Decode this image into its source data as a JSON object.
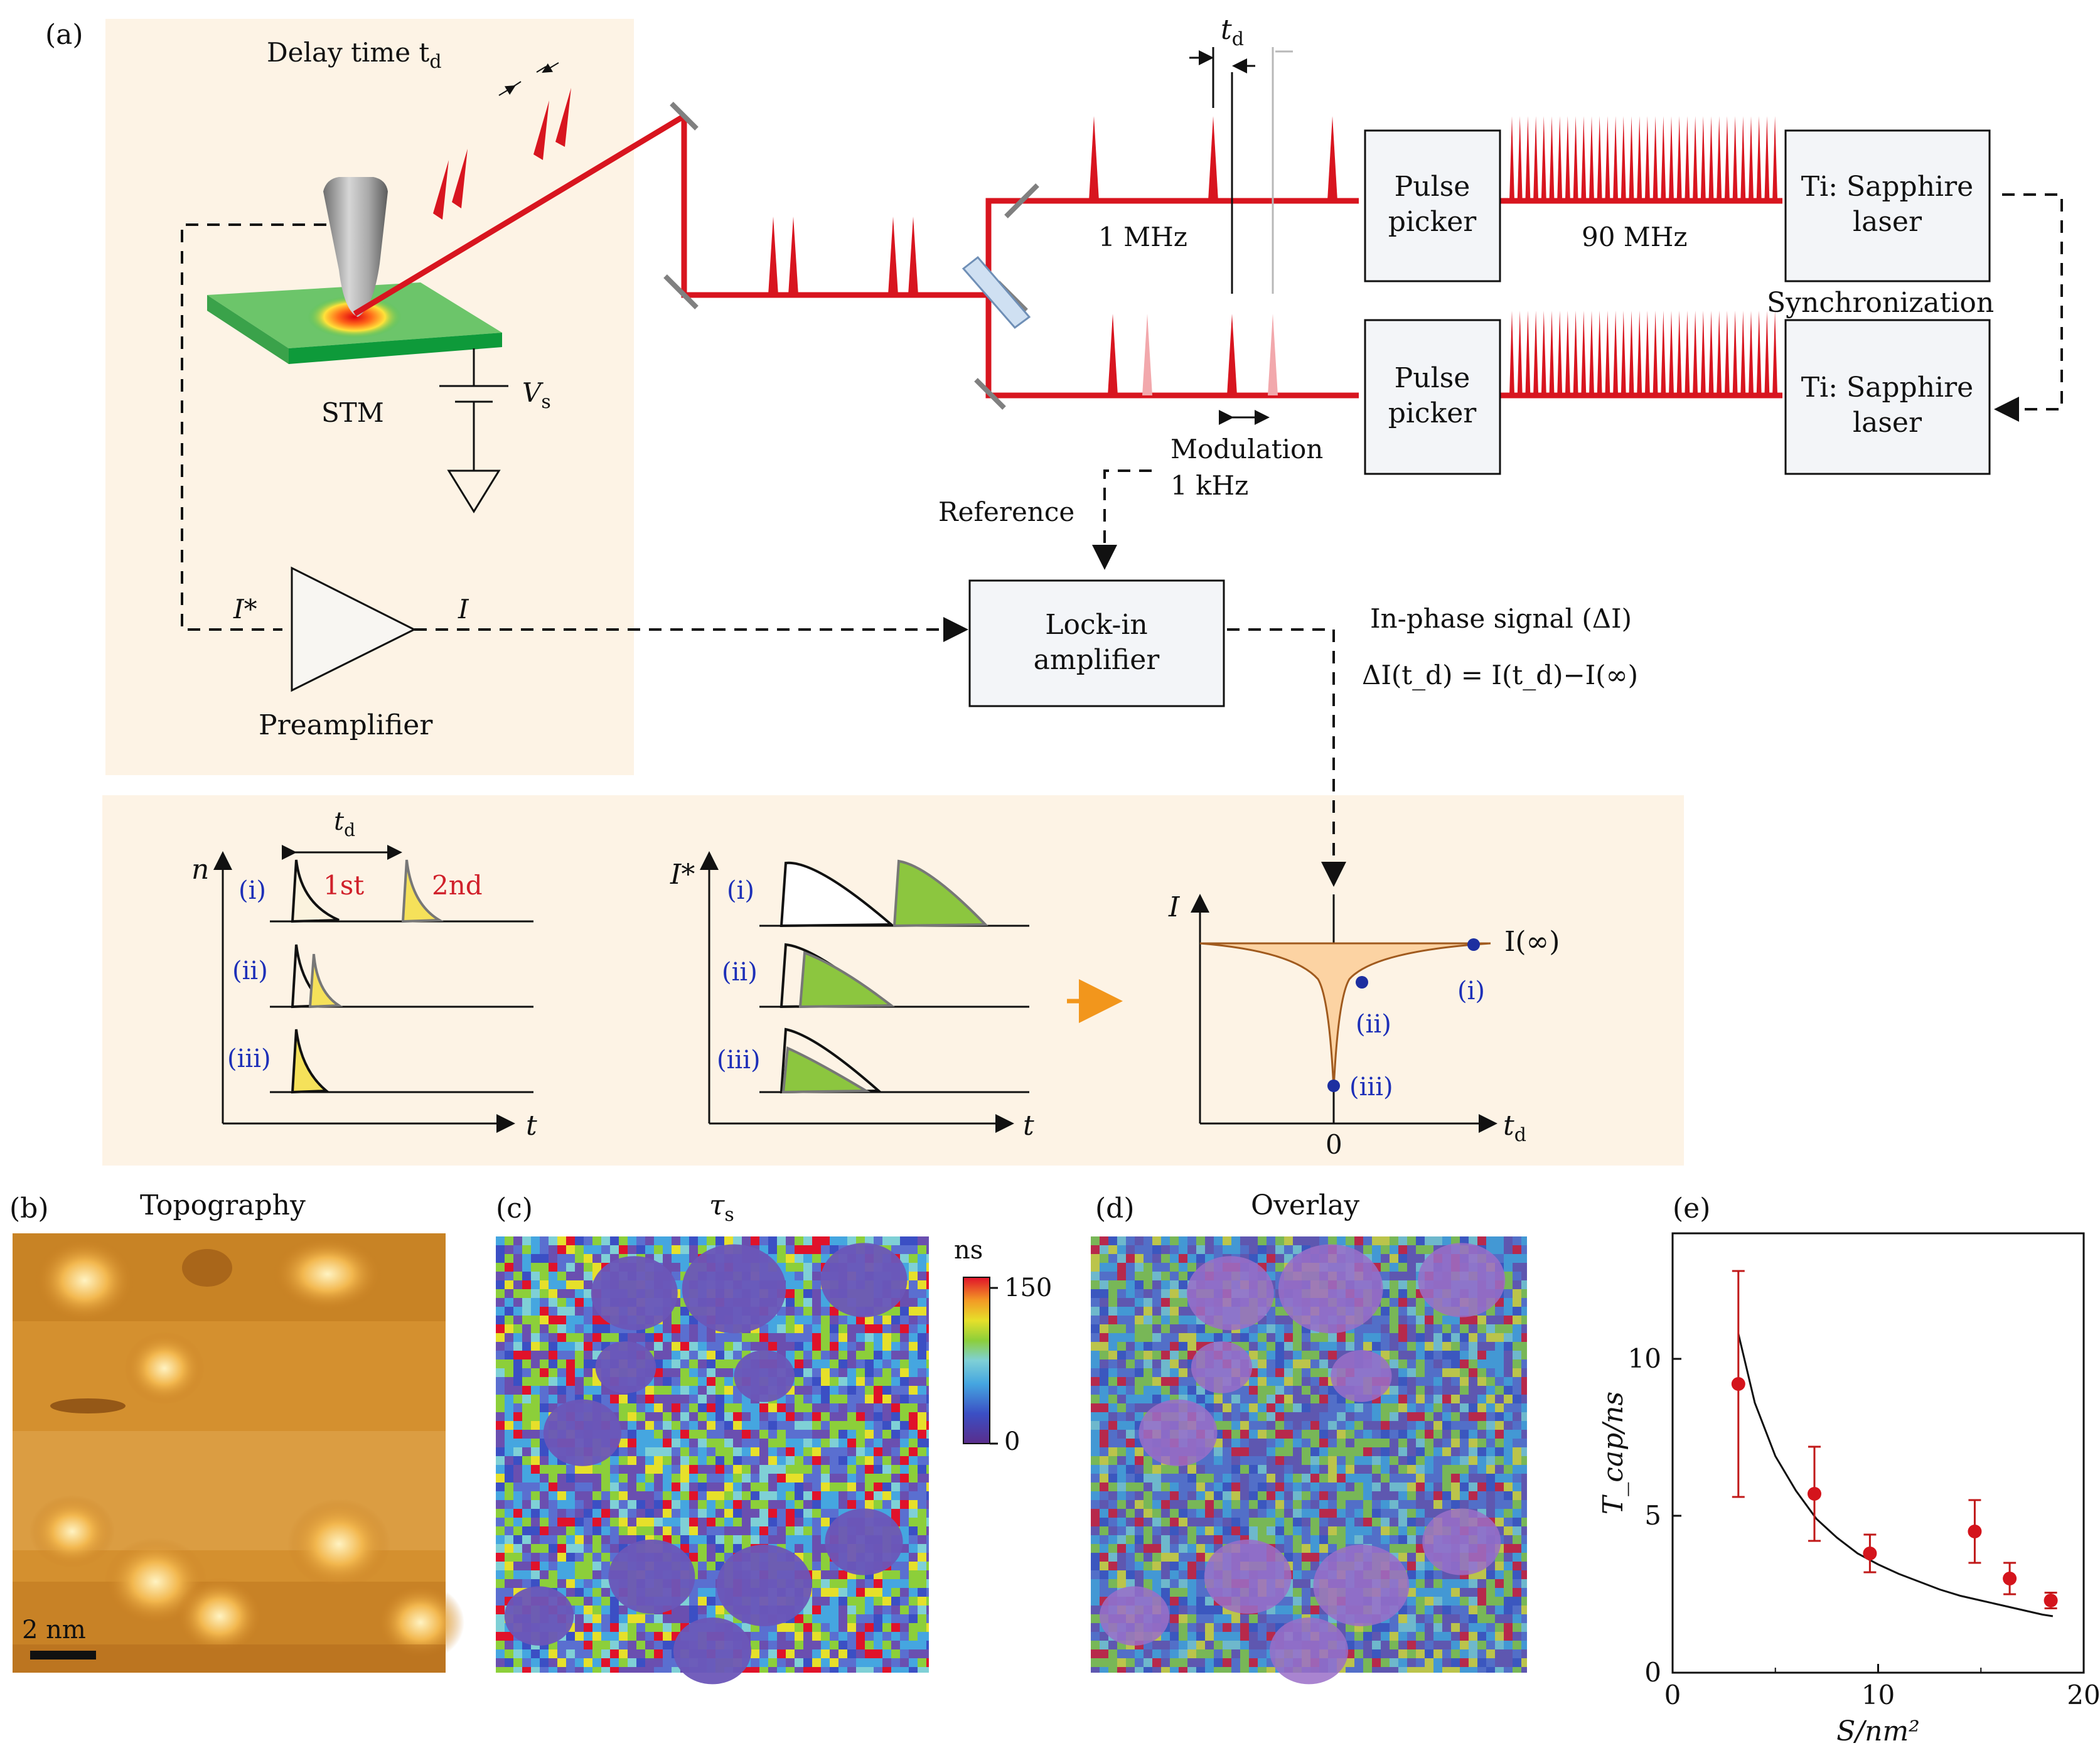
{
  "panel_labels": {
    "a": "(a)",
    "b": "(b)",
    "c": "(c)",
    "d": "(d)",
    "e": "(e)"
  },
  "setup": {
    "delay_time": "Delay time t",
    "delay_sub": "d",
    "stm": "STM",
    "vs": "V",
    "vs_sub": "s",
    "preamplifier": "Preamplifier",
    "i_star": "I*",
    "i": "I",
    "freq_1mhz": "1 MHz",
    "freq_90mhz": "90 MHz",
    "td_top": "t",
    "td_top_sub": "d",
    "pulse_picker_1": [
      "Pulse",
      "picker"
    ],
    "pulse_picker_2": [
      "Pulse",
      "picker"
    ],
    "laser_1": [
      "Ti: Sapphire",
      "laser"
    ],
    "laser_2": [
      "Ti: Sapphire",
      "laser"
    ],
    "synchronization": "Synchronization",
    "modulation": [
      "Modulation",
      "1 kHz"
    ],
    "reference": "Reference",
    "lockin": [
      "Lock-in",
      "amplifier"
    ],
    "inphase": "In-phase signal (ΔI)",
    "equation": "ΔI(t_d) = I(t_d)−I(∞)"
  },
  "schematic": {
    "n_axis": "n",
    "t_axis": "t",
    "istar_axis": "I*",
    "i_axis": "I",
    "td_axis": "t",
    "td_axis_sub": "d",
    "td_label": "t",
    "td_label_sub": "d",
    "first": "1st",
    "second": "2nd",
    "row_labels": [
      "(i)",
      "(ii)",
      "(iii)"
    ],
    "i_inf": "I(∞)",
    "zero": "0",
    "points": [
      "(i)",
      "(ii)",
      "(iii)"
    ]
  },
  "maps": {
    "topography": "Topography",
    "tau_s": "τ",
    "tau_s_sub": "s",
    "overlay": "Overlay",
    "scalebar": "2 nm",
    "cb_unit": "ns",
    "cb_max": "150",
    "cb_min": "0"
  },
  "colors": {
    "beam_red": "#d8151f",
    "panel_bg": "#fdf3e5",
    "green_surface": "#4cc24a",
    "fill_green": "#8cc63f",
    "fill_yellow": "#f5e15a",
    "orange_fill": "#fcd3a3",
    "marker_blue": "#1d2fa0",
    "point_red": "#d4141c"
  },
  "chart_data": {
    "type": "scatter",
    "xlabel": "S/nm²",
    "ylabel": "T_cap/ns",
    "xlim": [
      0,
      20
    ],
    "ylim": [
      0,
      14
    ],
    "xticks": [
      0,
      10,
      20
    ],
    "yticks": [
      0,
      5,
      10
    ],
    "series": [
      {
        "x": [
          3.2,
          6.9,
          9.6,
          14.7,
          16.4,
          18.4
        ],
        "y": [
          9.2,
          5.7,
          3.8,
          4.5,
          3.0,
          2.3
        ],
        "yerr": [
          3.6,
          1.5,
          0.6,
          1.0,
          0.5,
          0.25
        ]
      }
    ],
    "fit_curve": {
      "x": [
        3.2,
        4,
        5,
        6,
        7,
        8,
        9,
        10,
        11,
        12,
        13,
        14,
        15,
        16,
        17,
        18,
        18.5
      ],
      "y": [
        10.8,
        8.6,
        6.9,
        5.8,
        4.9,
        4.3,
        3.8,
        3.45,
        3.15,
        2.9,
        2.65,
        2.45,
        2.3,
        2.15,
        2.0,
        1.85,
        1.8
      ]
    }
  }
}
